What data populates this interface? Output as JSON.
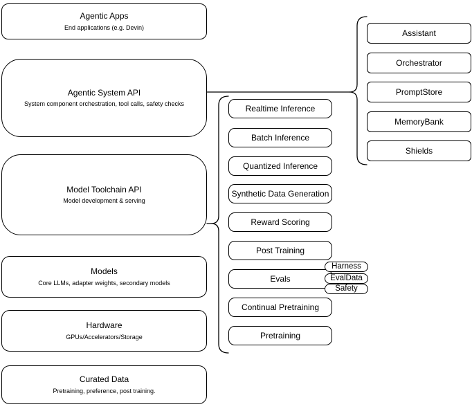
{
  "diagram": {
    "left_stack": [
      {
        "title": "Agentic Apps",
        "subtitle": "End applications (e.g. Devin)"
      },
      {
        "title": "Agentic System API",
        "subtitle": "System component orchestration, tool calls, safety checks"
      },
      {
        "title": "Model Toolchain API",
        "subtitle": "Model development & serving"
      },
      {
        "title": "Models",
        "subtitle": "Core LLMs, adapter weights, secondary models"
      },
      {
        "title": "Hardware",
        "subtitle": "GPUs/Accelerators/Storage"
      },
      {
        "title": "Curated Data",
        "subtitle": "Pretraining, preference, post training."
      }
    ],
    "toolchain_items": [
      "Realtime Inference",
      "Batch Inference",
      "Quantized Inference",
      "Synthetic Data Generation",
      "Reward Scoring",
      "Post Training",
      "Evals",
      "Continual Pretraining",
      "Pretraining"
    ],
    "evals_tags": [
      "Harness",
      "EvalData",
      "Safety"
    ],
    "system_components": [
      "Assistant",
      "Orchestrator",
      "PromptStore",
      "MemoryBank",
      "Shields"
    ],
    "colors": {
      "stroke": "#000000",
      "fill": "#ffffff",
      "text": "#000000"
    }
  }
}
